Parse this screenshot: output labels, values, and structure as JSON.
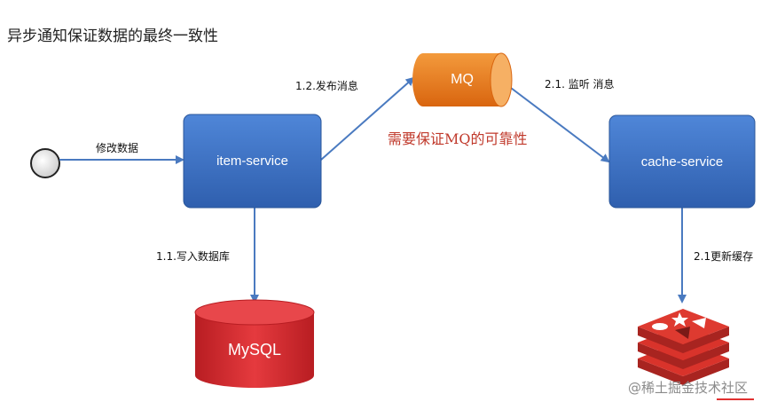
{
  "title": "异步通知保证数据的最终一致性",
  "nodes": {
    "item_service": "item-service",
    "cache_service": "cache-service",
    "mq": "MQ",
    "mysql": "MySQL"
  },
  "edges": {
    "modify_data": "修改数据",
    "publish": "1.2.发布消息",
    "write_db": "1.1.写入数据库",
    "listen": "2.1. 监听 消息",
    "update_cache": "2.1更新缓存"
  },
  "note": "需要保证MQ的可靠性",
  "watermark": "@稀土掘金技术社区",
  "colors": {
    "service_blue": "#3a6fc4",
    "mq_orange": "#e8761e",
    "mysql_red": "#d8262c",
    "redis_red": "#d9332b",
    "arrow": "#4a7ac0",
    "note_red": "#c0392b"
  }
}
